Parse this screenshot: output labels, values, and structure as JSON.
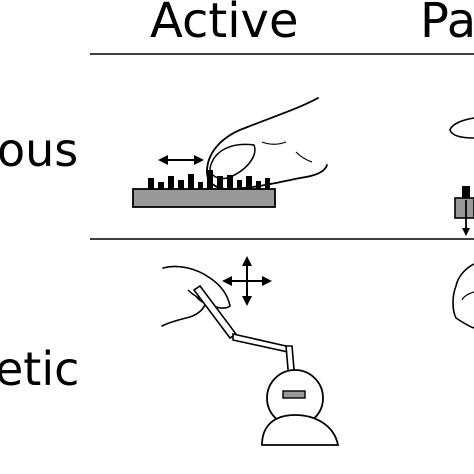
{
  "columns": {
    "active": "Active",
    "passive": "Pa"
  },
  "rows": {
    "cutaneous": "ous",
    "kinesthetic": "etic"
  },
  "colors": {
    "ink": "#000000",
    "surface_gray": "#999999",
    "background": "#ffffff"
  }
}
